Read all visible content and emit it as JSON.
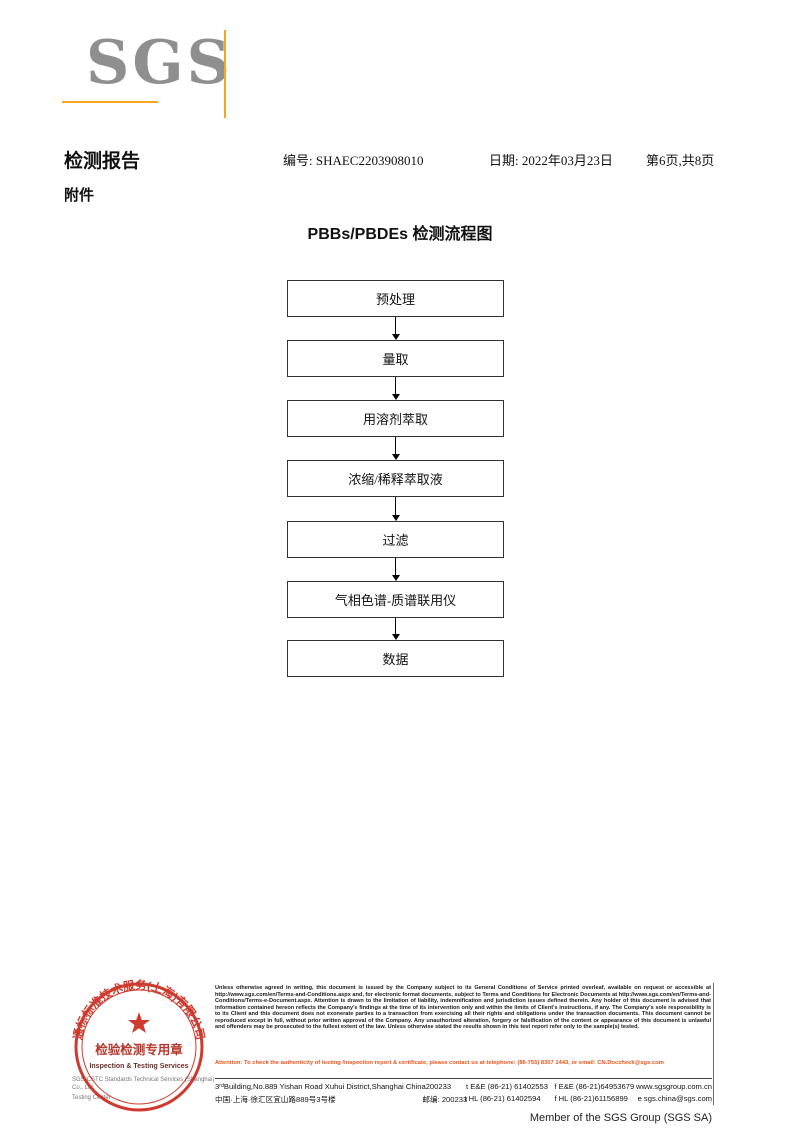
{
  "colors": {
    "logo_gray": "#8f8f8f",
    "accent_orange": "#f5a623",
    "stamp_red": "#cb2a1d",
    "attention_orange": "#e8541a"
  },
  "header": {
    "logo": "SGS",
    "report_title": "检测报告",
    "report_no": "编号: SHAEC2203908010",
    "date": "日期: 2022年03月23日",
    "page_info": "第6页,共8页",
    "attachment": "附件"
  },
  "flowchart": {
    "title": "PBBs/PBDEs 检测流程图",
    "steps": [
      "预处理",
      "量取",
      "用溶剂萃取",
      "浓缩/稀释萃取液",
      "过滤",
      "气相色谱-质谱联用仪",
      "数据"
    ]
  },
  "stamp": {
    "ring_text": "通标标准技术服务(上海)有限公司",
    "center_cn": "检验检测专用章",
    "center_en": "Inspection & Testing Services"
  },
  "footer": {
    "company_line1": "SGS-CSTC Standards Technical Services (Shanghai) Co., Ltd.",
    "company_line2": "Testing Center",
    "disclaimer": "Unless otherwise agreed in writing, this document is issued by the Company subject to its General Conditions of Service printed overleaf, available on request or accessible at http://www.sgs.com/en/Terms-and-Conditions.aspx and, for electronic format documents, subject to Terms and Conditions for Electronic Documents at http://www.sgs.com/en/Terms-and-Conditions/Terms-e-Document.aspx. Attention is drawn to the limitation of liability, indemnification and jurisdiction issues defined therein. Any holder of this document is advised that information contained hereon reflects the Company's findings at the time of its intervention only and within the limits of Client's instructions, if any. The Company's sole responsibility is to its Client and this document does not exonerate parties to a transaction from exercising all their rights and obligations under the transaction documents. This document cannot be reproduced except in full, without prior written approval of the Company. Any unauthorized alteration, forgery or falsification of the content or appearance of this document is unlawful and offenders may be prosecuted to the fullest extent of the law. Unless otherwise stated the results shown in this test report refer only to the sample(s) tested.",
    "attention": "Attention: To check the authenticity of testing /inspection report & certificate, please contact us at telephone: (86-755) 8307 1443, or email: CN.Doccheck@sgs.com",
    "address_en": "3ʳᵈBuilding,No.889 Yishan Road Xuhui District,Shanghai China",
    "zip_en": "200233",
    "tel_ee": "t E&E (86-21) 61402553",
    "fax_ee": "f E&E (86-21)64953679",
    "web": "www.sgsgroup.com.cn",
    "address_cn": "中国·上海·徐汇区宜山路889号3号楼",
    "zip_cn": "邮编: 200233",
    "tel_hl": "t HL (86-21) 61402594",
    "fax_hl": "f HL (86-21)61156899",
    "email": "e  sgs.china@sgs.com",
    "member": "Member of the SGS Group (SGS SA)"
  }
}
